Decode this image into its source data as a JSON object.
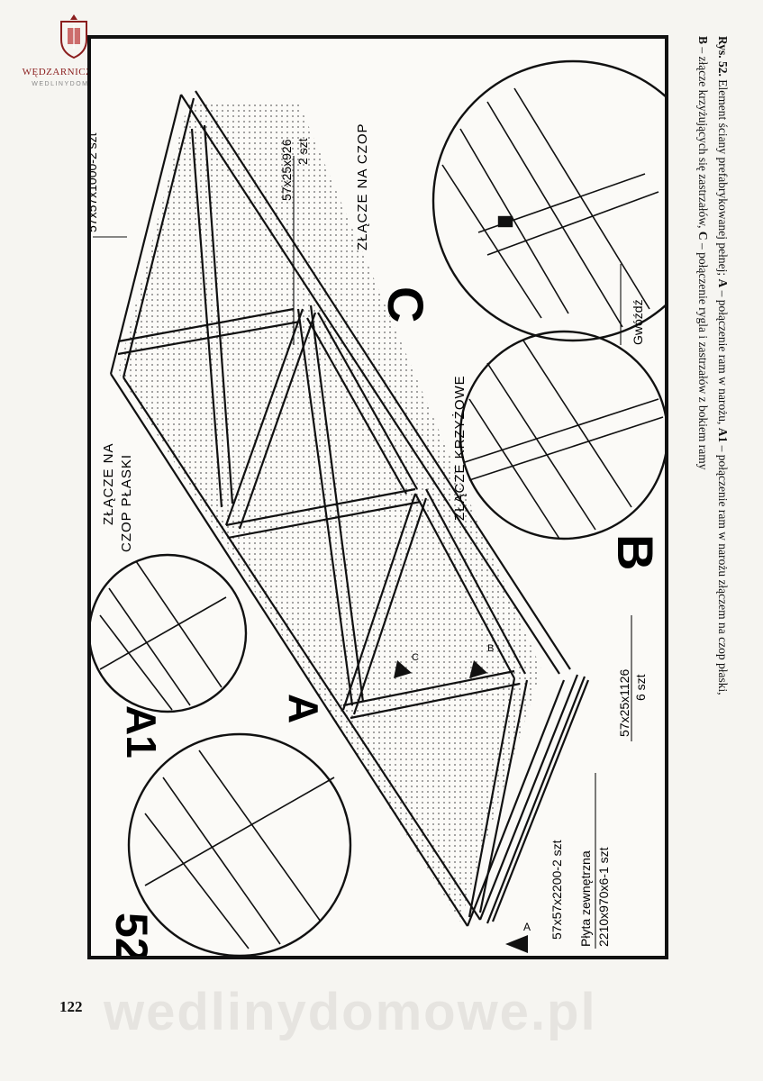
{
  "logo": {
    "title": "WĘDZARNICZA BRAĆ",
    "subtitle": "WEDLINYDOMOWE.PL"
  },
  "figure": {
    "number": "52",
    "detail_labels": {
      "A": "A",
      "A1": "A1",
      "B": "B",
      "C": "C"
    },
    "joint_labels": {
      "flat_tenon_line1": "ZŁĄCZE NA",
      "flat_tenon_line2": "CZOP PŁASKI",
      "tenon": "ZŁĄCZE NA CZOP",
      "cross": "ZŁĄCZE KRZYŻOWE",
      "nail": "Gwóźdź"
    },
    "dimensions": {
      "top_rail": "57x57x1000-2 szt",
      "stud": "57x25x926",
      "stud_qty": "2 szt",
      "brace": "57x25x1126",
      "brace_qty": "6 szt",
      "long_rail": "57x57x2200-2 szt",
      "panel_line1": "Płyta zewnętrzna",
      "panel_line2": "2210x970x6-1 szt"
    },
    "arrow_labels": {
      "a": "A",
      "b": "B",
      "c": "C"
    }
  },
  "caption": {
    "line1_prefix": "Rys. 52.",
    "line1_text": " Element ściany prefabrykowanej pełnej; ",
    "line1_A": "A",
    "line1_A_text": " – połączenie ram w narożu, ",
    "line1_A1": "A1",
    "line1_A1_text": " – połączenie ram w narożu złączem na czop płaski,",
    "line2_B": "B",
    "line2_B_text": " – złącze krzyżujących się zastrzałów, ",
    "line2_C": "C",
    "line2_C_text": " – połączenie rygla i zastrzałów z bokiem ramy"
  },
  "page_number": "122",
  "watermark": "wedlinydomowe.pl"
}
